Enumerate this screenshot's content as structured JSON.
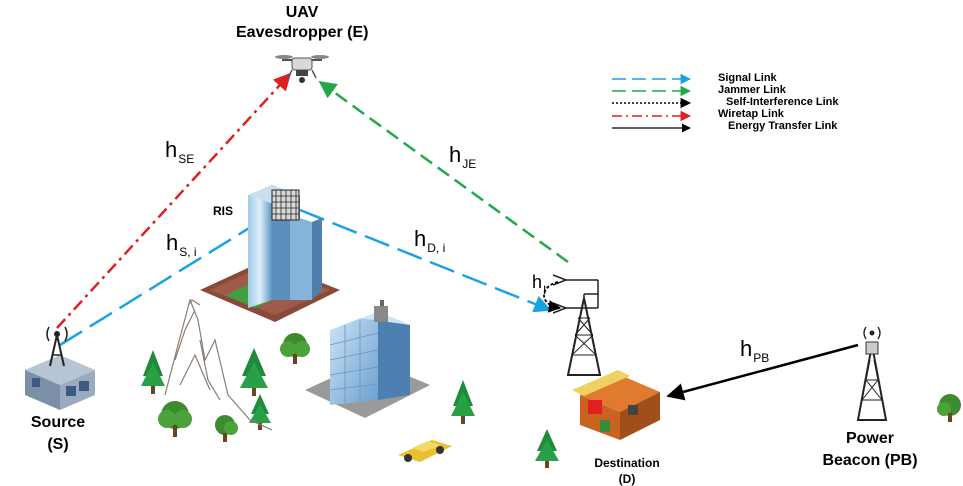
{
  "nodes": {
    "uav_line1": "UAV",
    "uav_line2": "Eavesdropper (E)",
    "ris": "RIS",
    "source_line1": "Source",
    "source_line2": "(S)",
    "destination_line1": "Destination",
    "destination_line2": "(D)",
    "power_line1": "Power",
    "power_line2": "Beacon (PB)"
  },
  "channels": {
    "hse": {
      "base": "h",
      "sub": "SE"
    },
    "hje": {
      "base": "h",
      "sub": "JE"
    },
    "hsi": {
      "base": "h",
      "sub": "S, i"
    },
    "hdi": {
      "base": "h",
      "sub": "D, i"
    },
    "hi": {
      "base": "h",
      "sub": "I"
    },
    "hpb": {
      "base": "h",
      "sub": "PB"
    }
  },
  "legend": {
    "signal": "Signal Link",
    "jammer": "Jammer Link",
    "self_interference": "Self-Interference Link",
    "wiretap": "Wiretap Link",
    "energy": "Energy Transfer Link"
  },
  "colors": {
    "signal": "#1aa3e0",
    "jammer": "#23a84a",
    "self_interference": "#000000",
    "wiretap": "#e02020",
    "energy": "#000000"
  }
}
